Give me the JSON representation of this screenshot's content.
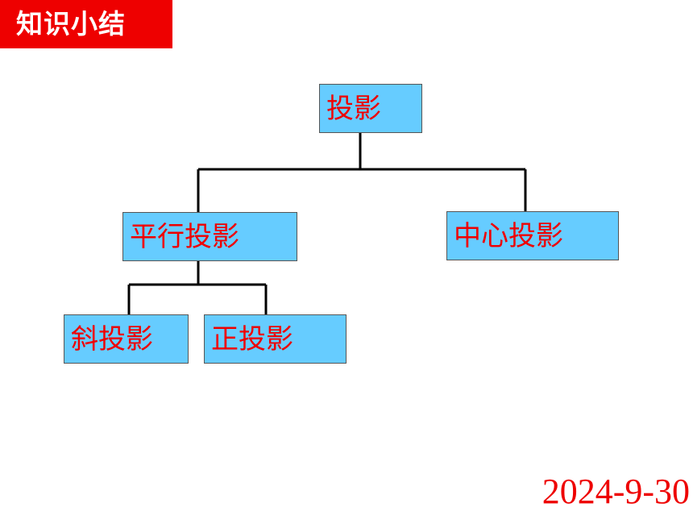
{
  "header": {
    "title": "知识小结"
  },
  "diagram": {
    "root": "投影",
    "parallel": "平行投影",
    "central": "中心投影",
    "oblique": "斜投影",
    "orthographic": "正投影"
  },
  "footer": {
    "date": "2024-9-30"
  },
  "colors": {
    "title_background": "#ee0000",
    "box_fill": "#66ccff",
    "text_red": "#ee0000"
  }
}
